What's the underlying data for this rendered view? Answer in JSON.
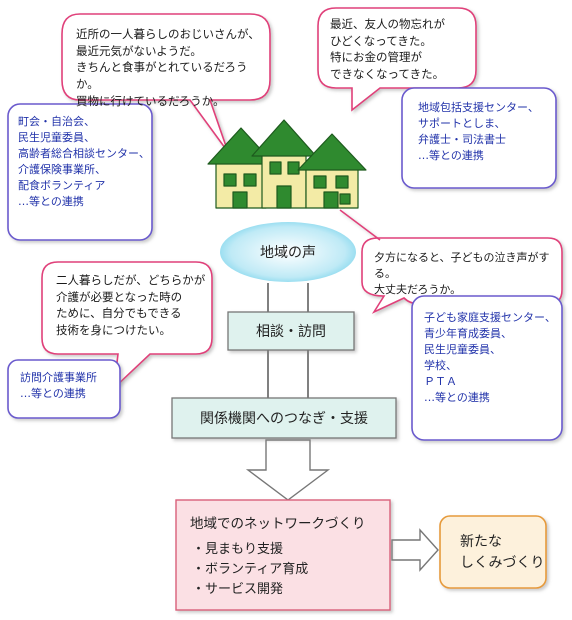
{
  "bubbles": {
    "elderly_neighbor": "近所の一人暮らしのおじいさんが、\n最近元気がないようだ。\nきちんと食事がとれているだろうか。\n買物に行けているだろうか。",
    "friend_forgetful": "最近、友人の物忘れが\nひどくなってきた。\n特にお金の管理が\nできなくなってきた。",
    "two_person_household": "二人暮らしだが、どちらかが\n介護が必要となった時の\nために、自分でもできる\n技術を身につけたい。",
    "child_crying": "夕方になると、子どもの泣き声がする。\n大丈夫だろうか。"
  },
  "partner_boxes": {
    "community": "町会・自治会、\n民生児童委員、\n高齢者総合相談センター、\n介護保険事業所、\n配食ボランティア\n…等との連携",
    "regional_support": "地域包括支援センター、\nサポートとしま、\n弁護士・司法書士\n…等との連携",
    "home_care": "訪問介護事業所\n…等との連携",
    "child_support": "子ども家庭支援センター、\n青少年育成委員、\n民生児童委員、\n学校、\nＰＴＡ\n…等との連携"
  },
  "flow": {
    "voice": "地域の声",
    "consult": "相談・訪問",
    "connect": "関係機関へのつなぎ・支援",
    "network_title": "地域でのネットワークづくり",
    "network_items": [
      "・見まもり支援",
      "・ボランティア育成",
      "・サービス開発"
    ],
    "new_system": "新たな\nしくみづくり"
  },
  "icons": {
    "houses": "houses-icon"
  },
  "colors": {
    "bubble_border": "#e0407a",
    "partner_border": "#6a5acd",
    "partner_text": "#2233aa",
    "voice_fill": "#9fe0f0",
    "box_fill": "#dff2ee",
    "network_fill": "#fbe0e4",
    "network_border": "#d9607a",
    "new_fill": "#fdf1dc",
    "new_border": "#e69a3a",
    "house_green": "#2f8a2f",
    "house_wall": "#f3eba6"
  }
}
